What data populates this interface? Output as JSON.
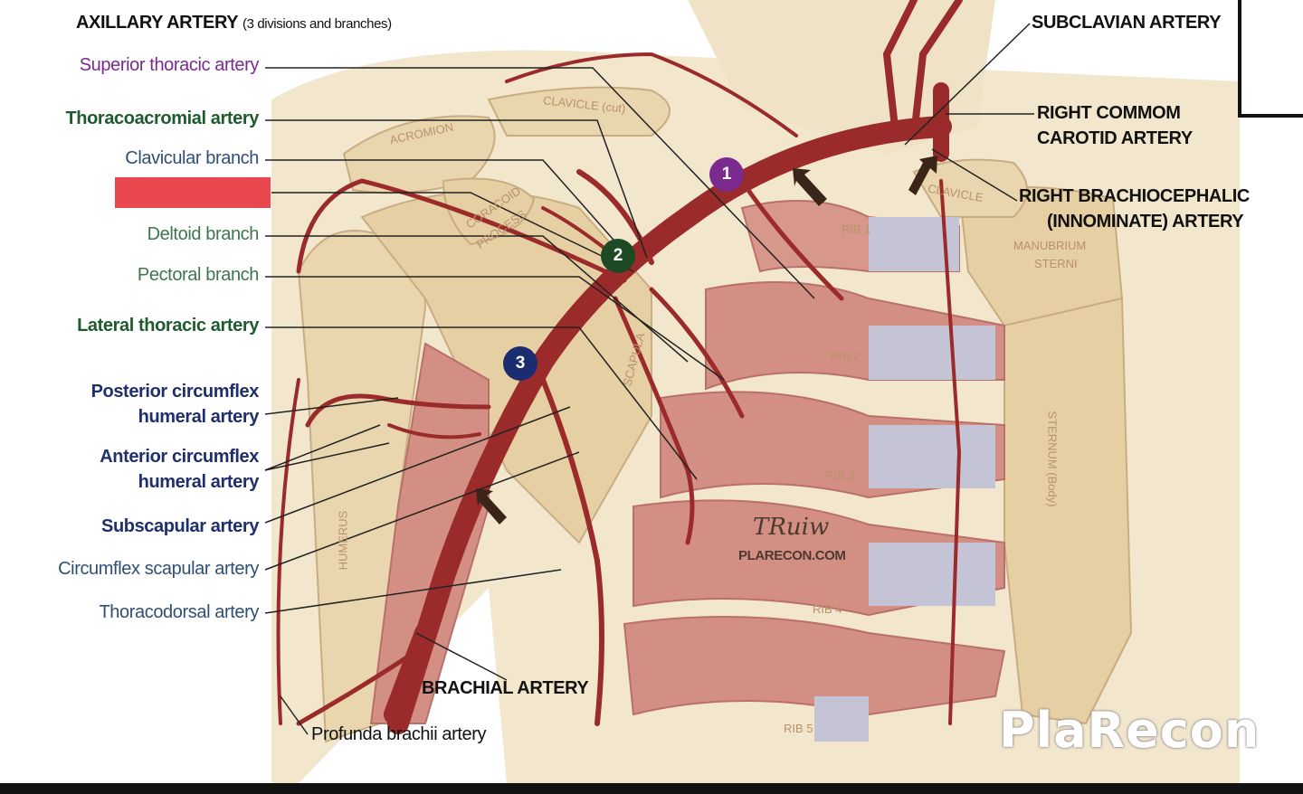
{
  "header": {
    "title": "AXILLARY ARTERY",
    "title_sub": "(3 divisions and branches)"
  },
  "left_labels": {
    "superior_thoracic": "Superior thoracic artery",
    "thoracoacromial": "Thoracoacromial artery",
    "clavicular": "Clavicular branch",
    "deltoid": "Deltoid branch",
    "pectoral": "Pectoral branch",
    "lateral_thoracic": "Lateral thoracic artery",
    "posterior_circumflex_1": "Posterior circumflex",
    "posterior_circumflex_2": "humeral artery",
    "anterior_circumflex_1": "Anterior circumflex",
    "anterior_circumflex_2": "humeral artery",
    "subscapular": "Subscapular artery",
    "circumflex_scapular": "Circumflex scapular artery",
    "thoracodorsal": "Thoracodorsal artery"
  },
  "right_labels": {
    "subclavian": "SUBCLAVIAN ARTERY",
    "carotid_1": "RIGHT COMMOM",
    "carotid_2": "CAROTID ARTERY",
    "brachiocephalic_1": "RIGHT BRACHIOCEPHALIC",
    "brachiocephalic_2": "(INNOMINATE) ARTERY"
  },
  "bottom_labels": {
    "brachial": "BRACHIAL ARTERY",
    "profunda": "Profunda brachii artery"
  },
  "markers": {
    "one": "1",
    "two": "2",
    "three": "3"
  },
  "anatomy_labels": {
    "clavicle_cut": "CLAVICLE (cut)",
    "acromion": "ACROMION",
    "coracoid": "CORACOID",
    "process": "PROCESS",
    "scapula": "SCAPULA",
    "clavicle": "CLAVICLE",
    "manubrium_1": "MANUBRIUM",
    "manubrium_2": "STERNI",
    "rib1": "RIB 1",
    "rib2": "RIB 2",
    "rib3": "RIB 3",
    "rib4": "RIB 4",
    "rib5": "RIB 5",
    "sternum": "STERNUM (Body)",
    "humerus": "HUMERUS"
  },
  "credits": {
    "site": "PLARECON.COM",
    "signature": "TRuiw",
    "watermark": "PlaRecon"
  },
  "colors": {
    "artery": "#9b2b2b",
    "bone": "#e9d6ae",
    "muscle": "#d48f84",
    "cartilage": "#c4c4d6",
    "marker_1": "#7b2a8e",
    "marker_2": "#1d4a24",
    "marker_3": "#1b2d70",
    "redaction": "#e8484e"
  }
}
